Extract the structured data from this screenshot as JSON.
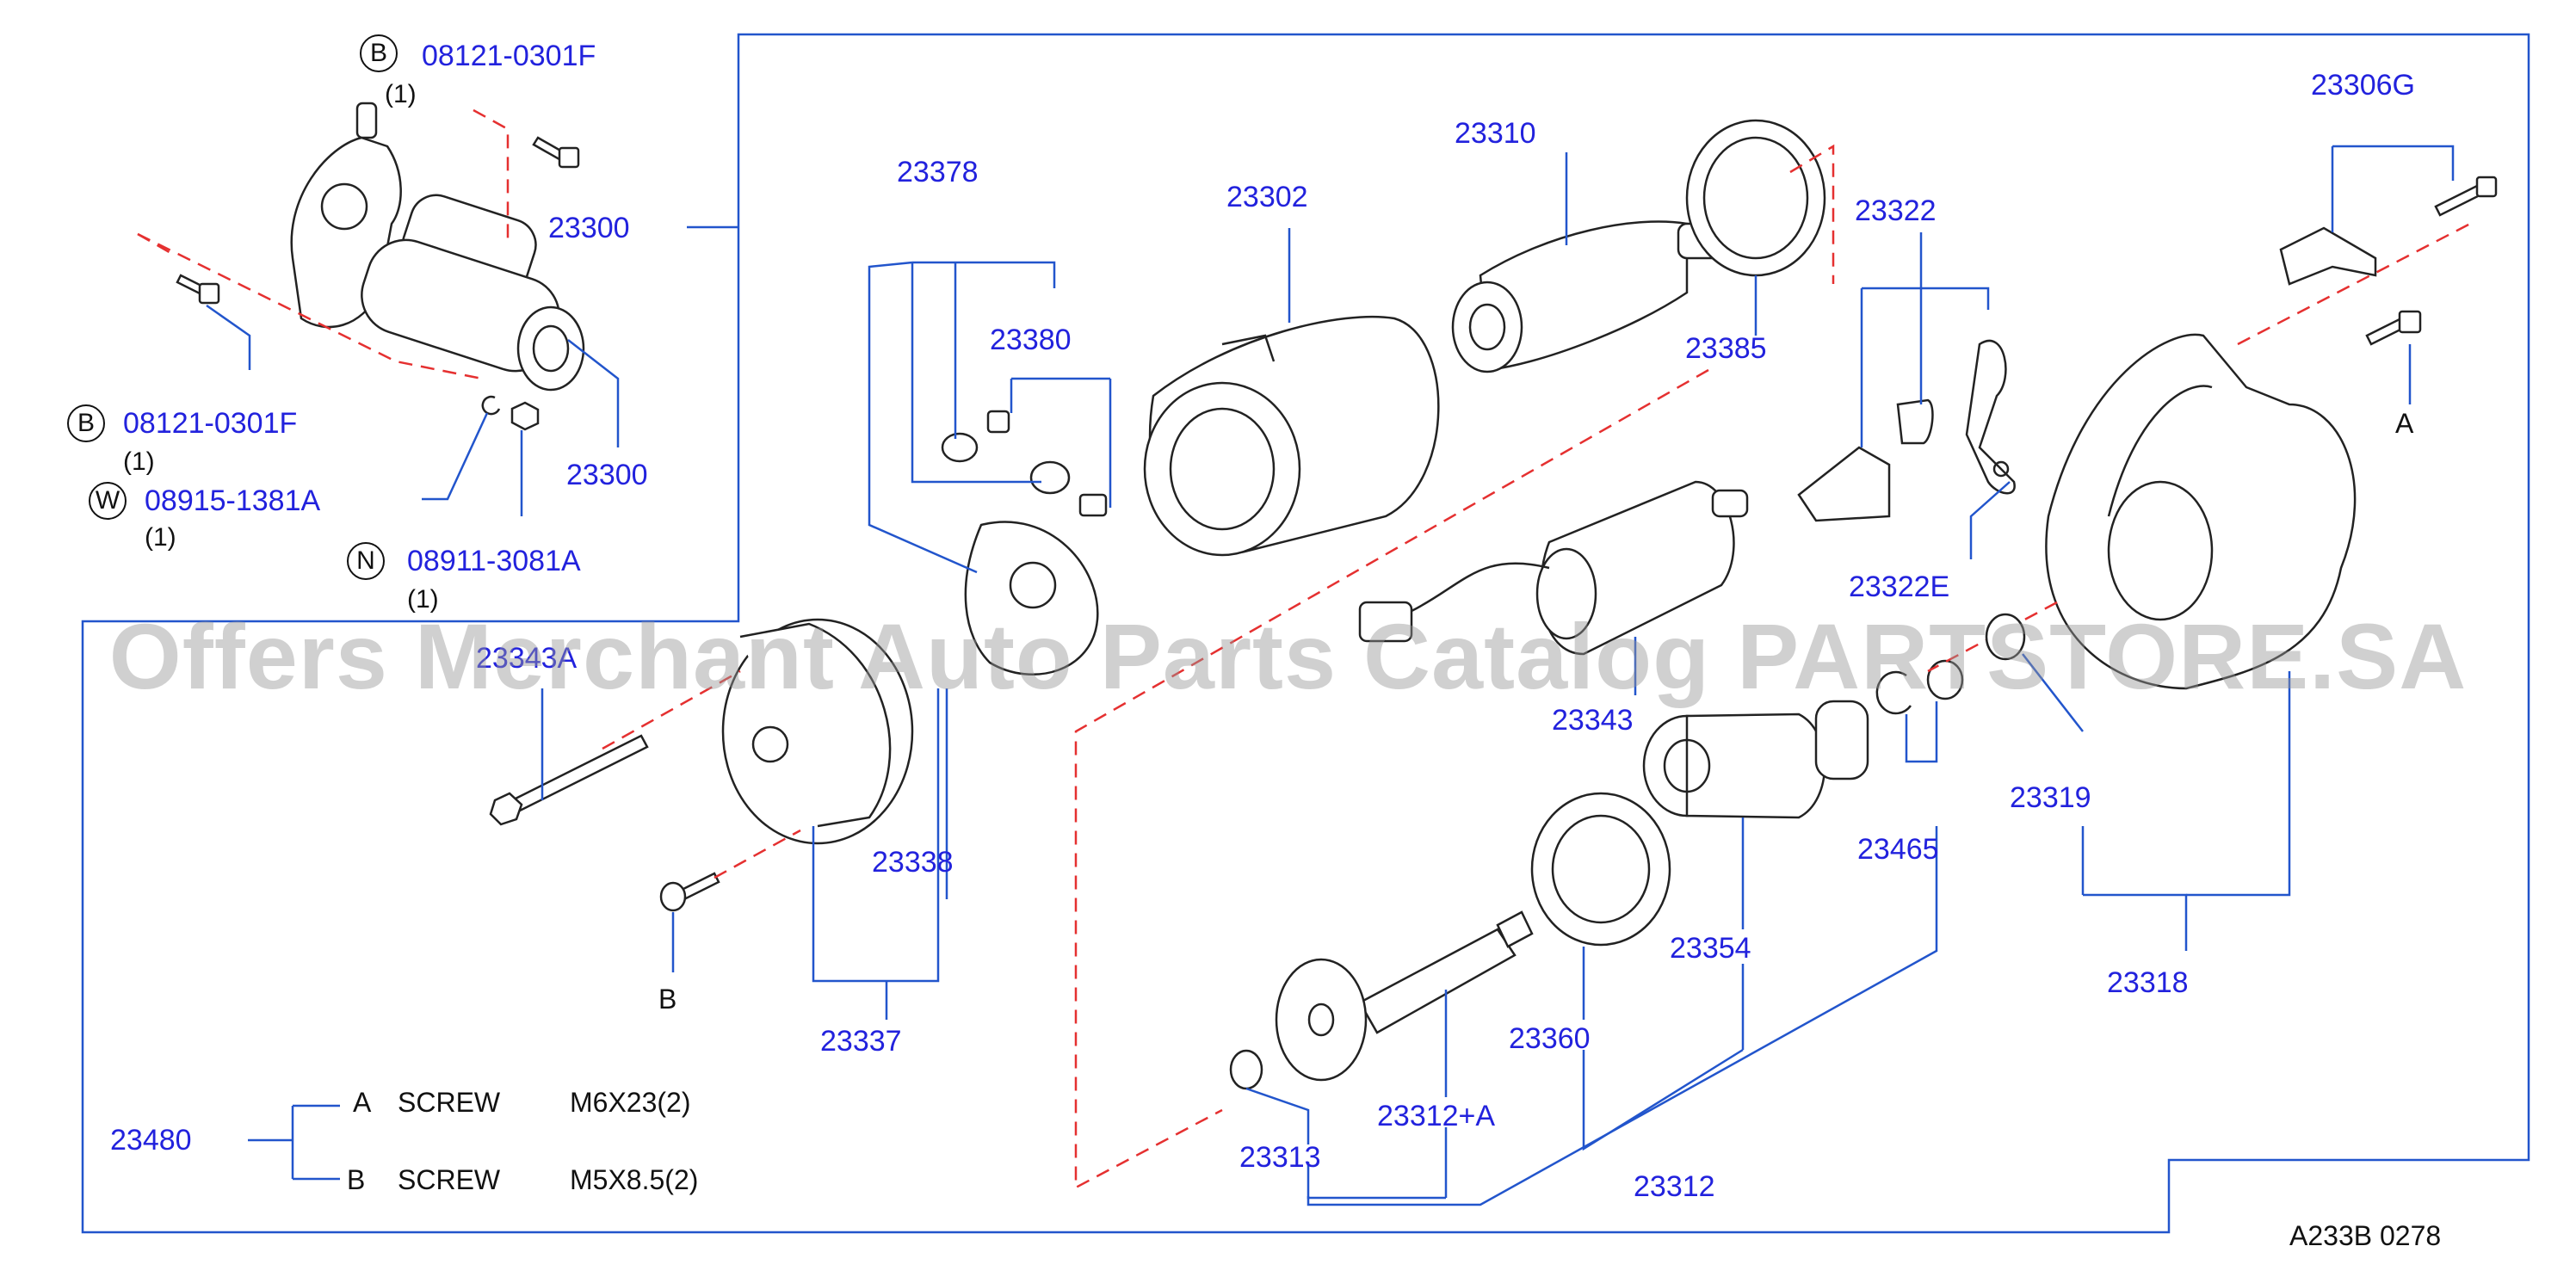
{
  "callouts": {
    "b_top": "B",
    "b_left": "B",
    "w": "W",
    "n": "N"
  },
  "labels": {
    "p08121_top": "08121-0301F",
    "p08121_left": "08121-0301F",
    "p08915": "08915-1381A",
    "p08911": "08911-3081A",
    "qty1": "(1)",
    "p23300": "23300",
    "p23378": "23378",
    "p23380": "23380",
    "p23302": "23302",
    "p23310": "23310",
    "p23385": "23385",
    "p23322": "23322",
    "p23322E": "23322E",
    "p23306G": "23306G",
    "a": "A",
    "b": "B",
    "p23343A": "23343A",
    "p23343": "23343",
    "p23338": "23338",
    "p23337": "23337",
    "p23354": "23354",
    "p23465": "23465",
    "p23319": "23319",
    "p23318": "23318",
    "p23360": "23360",
    "p23312A": "23312+A",
    "p23313": "23313",
    "p23312": "23312"
  },
  "legend": {
    "part": "23480",
    "rows": [
      {
        "key": "A",
        "name": "SCREW",
        "size": "M6X23(2)"
      },
      {
        "key": "B",
        "name": "SCREW",
        "size": "M5X8.5(2)"
      }
    ]
  },
  "watermark": "Offers Merchant Auto Parts Catalog PARTSTORE.SA",
  "diagram_code": "A233B  0278",
  "colors": {
    "part_number": "#2222dd",
    "leader_line": "#2255cc",
    "dash_line": "#e53030",
    "text": "#111111"
  }
}
